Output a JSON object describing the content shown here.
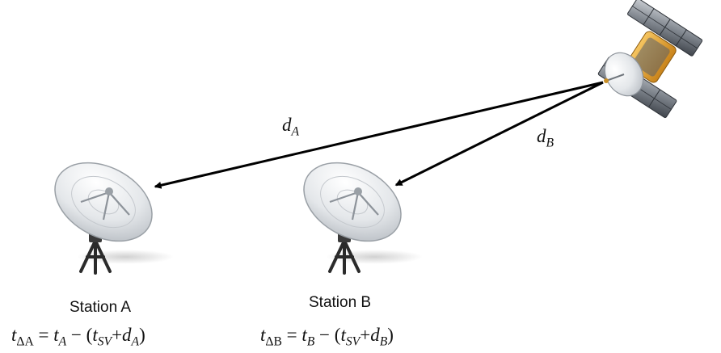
{
  "satellite": {
    "icon": "satellite-icon"
  },
  "links": [
    {
      "id": "a",
      "label_base": "d",
      "label_sub": "A"
    },
    {
      "id": "b",
      "label_base": "d",
      "label_sub": "B"
    }
  ],
  "stations": [
    {
      "id": "a",
      "name": "Station A",
      "icon": "dish-antenna-icon",
      "equation": {
        "lhs_base": "t",
        "lhs_sub": "ΔA",
        "eq": "=",
        "t_base": "t",
        "t_sub": "A",
        "minus": "−",
        "open": "(",
        "sv_base": "t",
        "sv_sub": "SV",
        "plus": "+",
        "d_base": "d",
        "d_sub": "A",
        "close": ")"
      }
    },
    {
      "id": "b",
      "name": "Station B",
      "icon": "dish-antenna-icon",
      "equation": {
        "lhs_base": "t",
        "lhs_sub": "ΔB",
        "eq": "=",
        "t_base": "t",
        "t_sub": "B",
        "minus": "−",
        "open": "(",
        "sv_base": "t",
        "sv_sub": "SV",
        "plus": "+",
        "d_base": "d",
        "d_sub": "B",
        "close": ")"
      }
    }
  ],
  "colors": {
    "arrow": "#000000",
    "panel": "#8a8f96",
    "panel_dark": "#4b5058",
    "body_gold": "#e7a227",
    "dish": "#e9ecef",
    "tripod": "#2b2b2b"
  }
}
